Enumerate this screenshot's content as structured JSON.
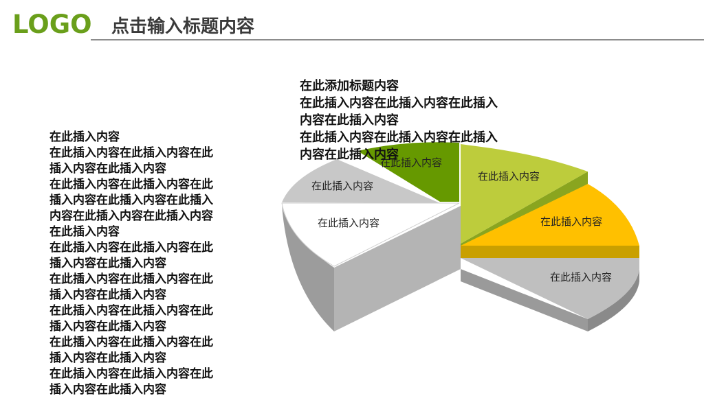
{
  "header": {
    "logo": "LOGO",
    "title": "点击输入标题内容"
  },
  "top_text": {
    "title": "在此添加标题内容",
    "lines": [
      "在此插入内容在此插入内容在此插入",
      "内容在此插入内容",
      "在此插入内容在此插入内容在此插入",
      "内容在此插入内容"
    ]
  },
  "left_text": {
    "paragraphs": [
      [
        "在此插入内容"
      ],
      [
        "在此插入内容在此插入内容在此",
        "插入内容在此插入内容"
      ],
      [
        "在此插入内容在此插入内容在此",
        "插入内容在此插入内容在此插入",
        "内容在此插入内容在此插入内容",
        "在此插入内容"
      ],
      [
        "在此插入内容在此插入内容在此",
        "插入内容在此插入内容"
      ],
      [
        "在此插入内容在此插入内容在此",
        "插入内容在此插入内容"
      ],
      [
        "在此插入内容在此插入内容在此",
        "插入内容在此插入内容"
      ],
      [
        "在此插入内容在此插入内容在此",
        "插入内容在此插入内容"
      ],
      [
        "在此插入内容在此插入内容在此",
        "插入内容在此插入内容"
      ]
    ]
  },
  "pie": {
    "segments": [
      {
        "label": "在此插入内容",
        "color": "#669900"
      },
      {
        "label": "在此插入内容",
        "color": "#bdcc3c"
      },
      {
        "label": "在此插入内容",
        "color": "#ffc000"
      },
      {
        "label": "在此插入内容",
        "color": "#bfbfbf"
      },
      {
        "label": "在此插入内容",
        "color": "#ffffff"
      },
      {
        "label": "在此插入内容",
        "color": "#c8c8c8"
      }
    ]
  },
  "colors": {
    "brand_green": "#6a9f1b",
    "title_gray": "#3a3a3a",
    "rule_gray": "#8c8c8c"
  }
}
